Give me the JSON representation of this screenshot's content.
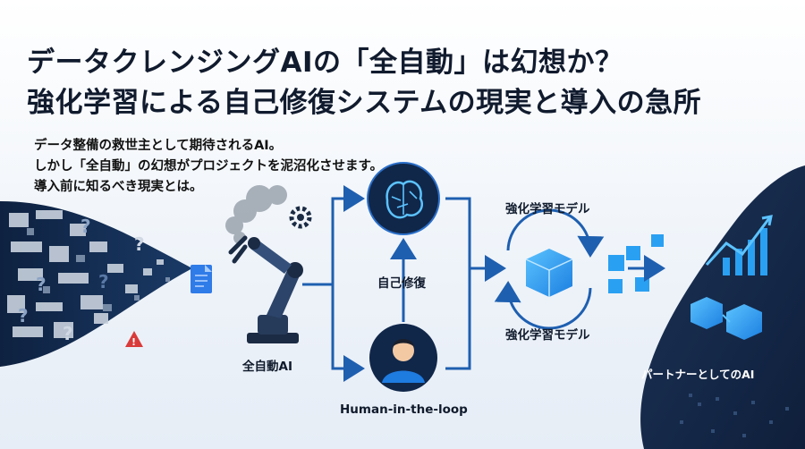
{
  "title": {
    "line1": "データクレンジングAIの「全自動」は幻想か？",
    "line2": "強化学習による自己修復システムの現実と導入の急所"
  },
  "subtitle": {
    "line1": "データ整備の救世主として期待されるAI。",
    "line2": "しかし「全自動」の幻想がプロジェクトを泥沼化させます。",
    "line3": "導入前に知るべき現実とは。"
  },
  "labels": {
    "full_auto_ai": "全自動AI",
    "self_repair": "自己修復",
    "rl_model_top": "強化学習モデル",
    "rl_model_bottom": "強化学習モデル",
    "human_in_the_loop": "Human-in-the-loop",
    "partner_ai": "パートナーとしてのAI"
  },
  "icons": [
    "noise-data-icon",
    "question-mark-icon",
    "warning-icon",
    "document-icon",
    "robot-arm-icon",
    "gear-icon",
    "smoke-icon",
    "brain-icon",
    "person-icon",
    "cube-icon",
    "cycle-arrows-icon",
    "bar-chart-icon",
    "trend-arrow-icon"
  ],
  "colors": {
    "accent_blue": "#1e7be0",
    "navy": "#0f2747",
    "dark_bg": "#152a4a",
    "warning_red": "#d93a3a",
    "title_text": "#111b2e"
  }
}
